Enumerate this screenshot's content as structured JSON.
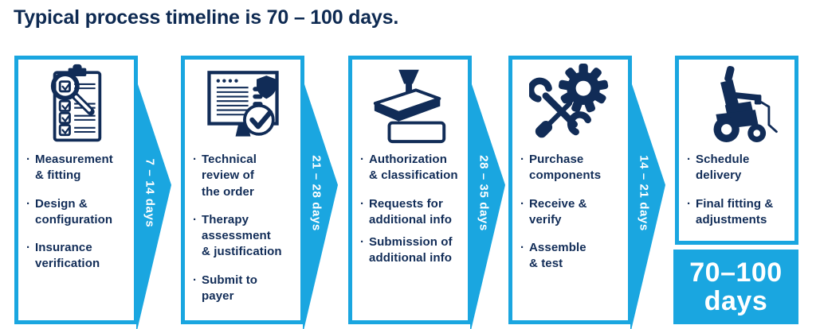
{
  "title": "Typical process timeline is 70 – 100 days.",
  "ui": {
    "bullet_char": "·"
  },
  "colors": {
    "accent_cyan": "#1aa6e0",
    "navy": "#112c57",
    "background": "#ffffff",
    "label_text": "#ffffff"
  },
  "stages": [
    {
      "icon": "checklist-magnifier-icon",
      "bullets": [
        "Measurement\n& fitting",
        "Design &\nconfiguration",
        "Insurance\nverification"
      ],
      "duration": "7 – 14 days"
    },
    {
      "icon": "order-review-monitor-icon",
      "bullets": [
        "Technical\nreview of\nthe order",
        "Therapy\nassessment\n& justification",
        "Submit to\npayer"
      ],
      "duration": "21 – 28 days"
    },
    {
      "icon": "authorization-stamp-icon",
      "bullets": [
        "Authorization\n& classification",
        "Requests for\nadditional info",
        "Submission of\nadditional info"
      ],
      "duration": "28 – 35 days"
    },
    {
      "icon": "tools-gear-icon",
      "bullets": [
        "Purchase\ncomponents",
        "Receive &\nverify",
        "Assemble\n& test"
      ],
      "duration": "14 – 21 days"
    },
    {
      "icon": "power-wheelchair-icon",
      "bullets": [
        "Schedule\ndelivery",
        "Final fitting &\nadjustments"
      ],
      "duration": null
    }
  ],
  "total_days_badge": {
    "line1": "70–100",
    "line2": "days"
  }
}
